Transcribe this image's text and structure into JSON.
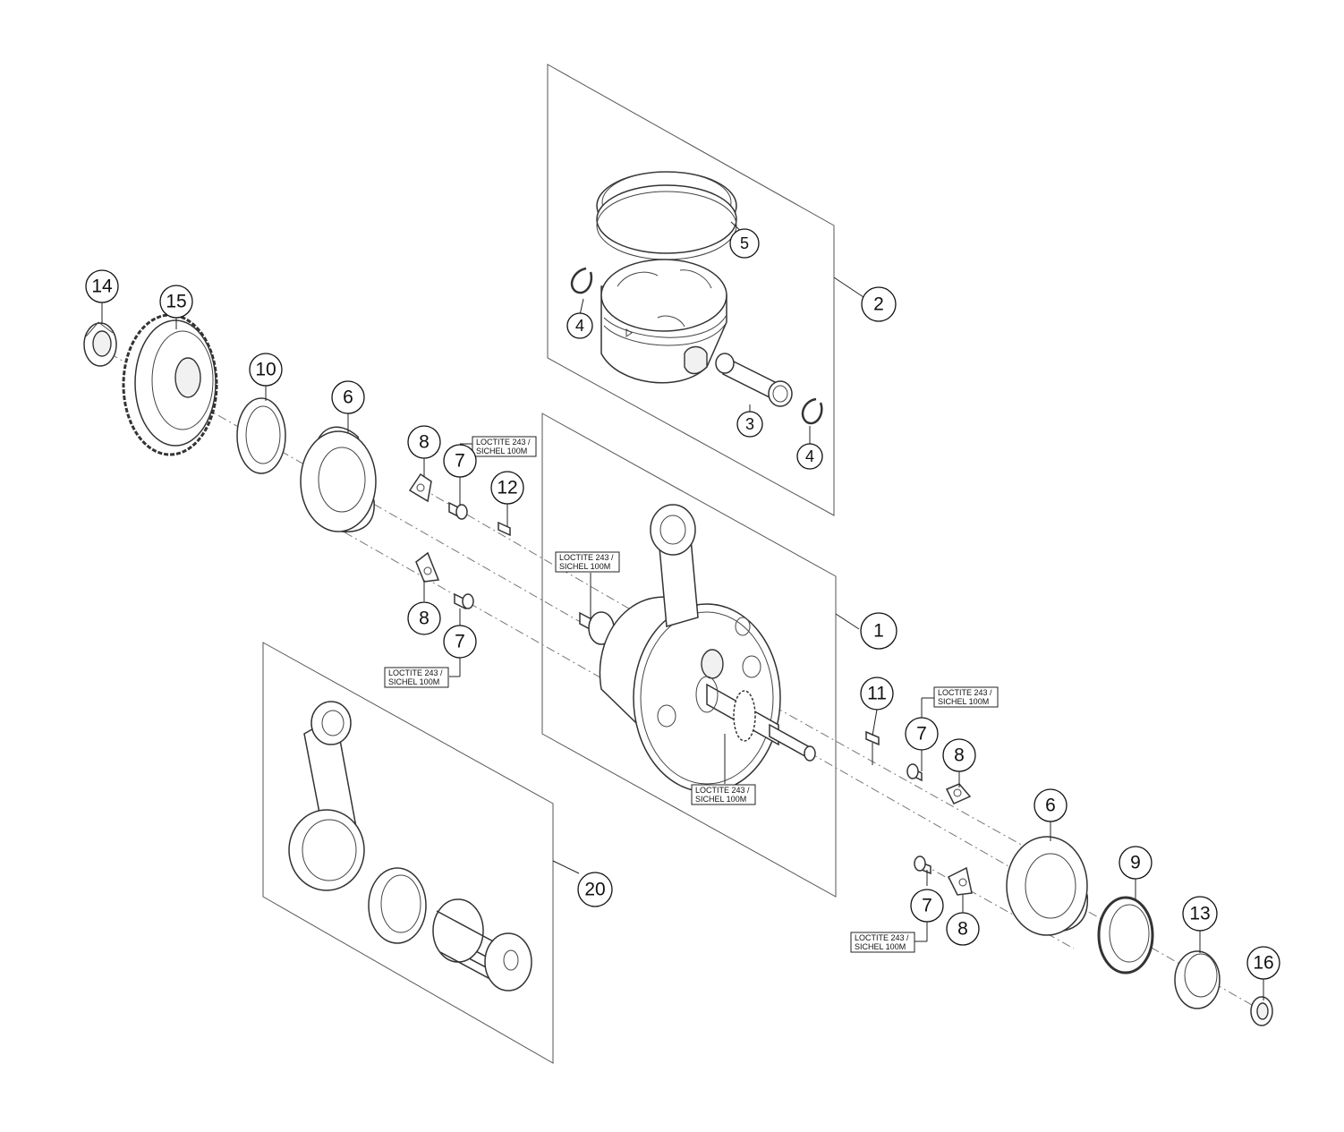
{
  "callouts": [
    {
      "id": "c5",
      "label": "5"
    },
    {
      "id": "c2",
      "label": "2"
    },
    {
      "id": "c4a",
      "label": "4"
    },
    {
      "id": "c3",
      "label": "3"
    },
    {
      "id": "c4b",
      "label": "4"
    },
    {
      "id": "c14",
      "label": "14"
    },
    {
      "id": "c15",
      "label": "15"
    },
    {
      "id": "c10",
      "label": "10"
    },
    {
      "id": "c6a",
      "label": "6"
    },
    {
      "id": "c8a",
      "label": "8"
    },
    {
      "id": "c7a",
      "label": "7"
    },
    {
      "id": "c12",
      "label": "12"
    },
    {
      "id": "c1",
      "label": "1"
    },
    {
      "id": "c8b",
      "label": "8"
    },
    {
      "id": "c7b",
      "label": "7"
    },
    {
      "id": "c11",
      "label": "11"
    },
    {
      "id": "c7c",
      "label": "7"
    },
    {
      "id": "c8c",
      "label": "8"
    },
    {
      "id": "c6b",
      "label": "6"
    },
    {
      "id": "c9",
      "label": "9"
    },
    {
      "id": "c13",
      "label": "13"
    },
    {
      "id": "c16",
      "label": "16"
    },
    {
      "id": "c7d",
      "label": "7"
    },
    {
      "id": "c8d",
      "label": "8"
    },
    {
      "id": "c20",
      "label": "20"
    }
  ],
  "notes": {
    "line1": "LOCTITE 243 /",
    "line2": "SICHEL 100M"
  }
}
